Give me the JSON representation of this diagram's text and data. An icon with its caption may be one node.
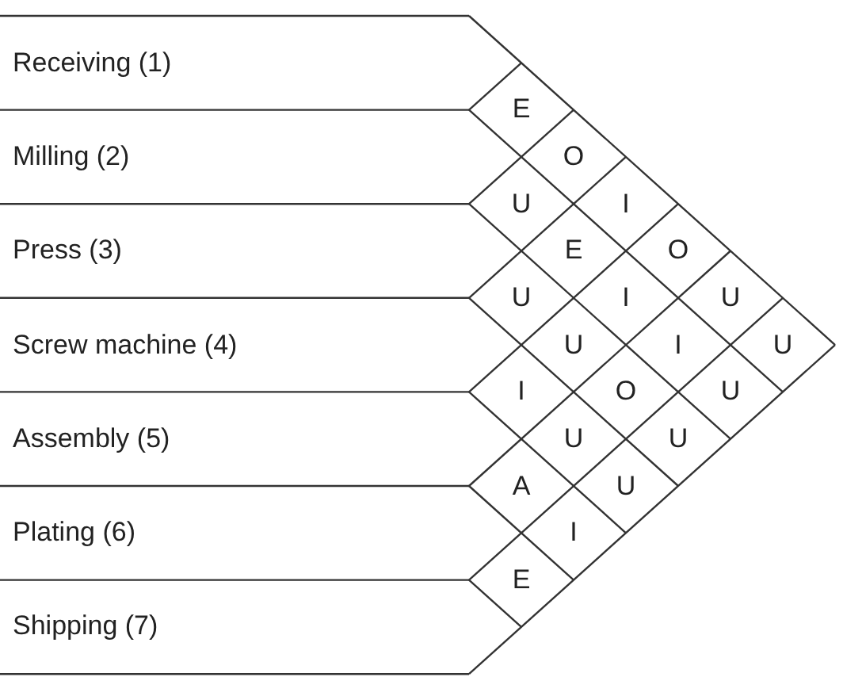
{
  "diagram": {
    "nodes": [
      {
        "text": [
          "Receiving (1)"
        ]
      },
      {
        "text": [
          "Milling (2)"
        ]
      },
      {
        "text": [
          "Press (3)"
        ]
      },
      {
        "text": [
          "Screw machine (4)"
        ]
      },
      {
        "text": [
          "Assembly (5)"
        ]
      },
      {
        "text": [
          "Plating (6)"
        ]
      },
      {
        "text": [
          "Shipping (7)"
        ]
      },
      {
        "text": [
          "E"
        ]
      },
      {
        "text": [
          "O"
        ]
      },
      {
        "text": [
          "U"
        ]
      },
      {
        "text": [
          "I"
        ]
      },
      {
        "text": [
          "E"
        ]
      },
      {
        "text": [
          "O"
        ]
      },
      {
        "text": [
          "U"
        ]
      },
      {
        "text": [
          "I"
        ]
      },
      {
        "text": [
          "U"
        ]
      },
      {
        "text": [
          "U"
        ]
      },
      {
        "text": [
          "I"
        ]
      },
      {
        "text": [
          "U"
        ]
      },
      {
        "text": [
          "I"
        ]
      },
      {
        "text": [
          "O"
        ]
      },
      {
        "text": [
          "U"
        ]
      },
      {
        "text": [
          "U"
        ]
      },
      {
        "text": [
          "U"
        ]
      },
      {
        "text": [
          "A"
        ]
      },
      {
        "text": [
          "U"
        ]
      },
      {
        "text": [
          "I"
        ]
      },
      {
        "text": [
          "E"
        ]
      }
    ]
  }
}
